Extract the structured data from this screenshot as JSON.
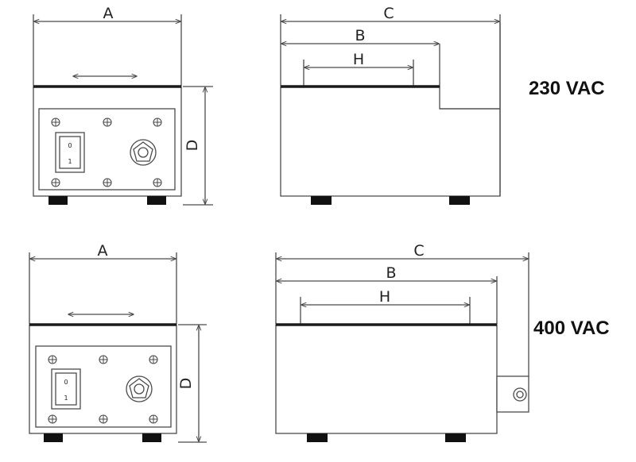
{
  "dimensions": {
    "a": "A",
    "b": "B",
    "c": "C",
    "d": "D",
    "h": "H"
  },
  "switch": {
    "off": "0",
    "on": "1"
  },
  "variants": [
    {
      "voltage": "230 VAC"
    },
    {
      "voltage": "400 VAC"
    }
  ]
}
